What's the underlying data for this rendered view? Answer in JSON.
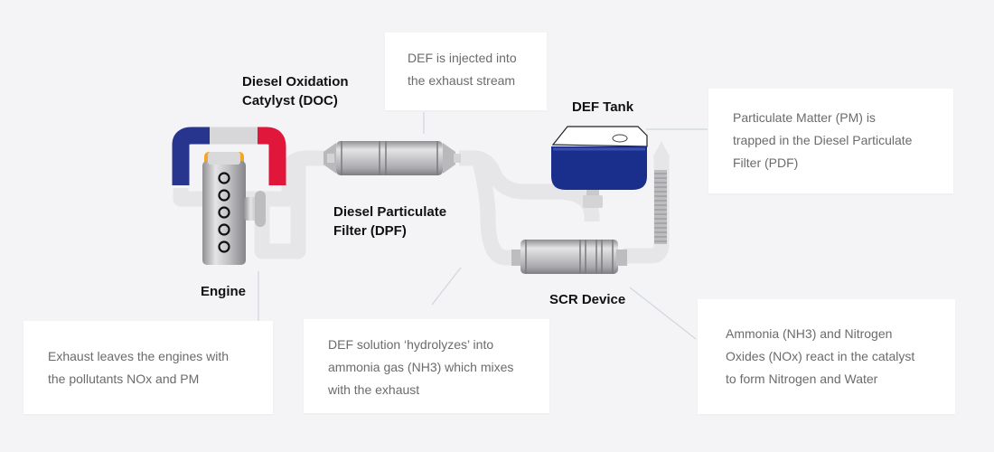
{
  "labels": {
    "doc": "Diesel Oxidation\nCatylyst (DOC)",
    "dpf": "Diesel Particulate\nFilter (DPF)",
    "def_tank": "DEF Tank",
    "engine": "Engine",
    "scr": "SCR Device"
  },
  "notes": {
    "def_injected": "DEF is injected into\nthe exhaust stream",
    "pm_trapped": "Particulate Matter (PM) is\ntrapped in the Diesel Particulate\nFilter (PDF)",
    "exhaust_leaves": "Exhaust leaves the engines with\nthe pollutants NOx and PM",
    "hydrolyzes": "DEF solution ‘hydrolyzes’ into\nammonia gas (NH3) which mixes\nwith the exhaust",
    "ammonia_react": "Ammonia (NH3) and Nitrogen\nOxides (NOx) react in the catalyst\nto form Nitrogen and Water"
  },
  "colors": {
    "background": "#f4f4f6",
    "pipe": "#e6e6e8",
    "tank_blue": "#1a2e8c",
    "manifold_red": "#e0163a",
    "manifold_blue": "#28358f",
    "manifold_orange": "#f5a623",
    "steel": "#c9c9cc"
  }
}
